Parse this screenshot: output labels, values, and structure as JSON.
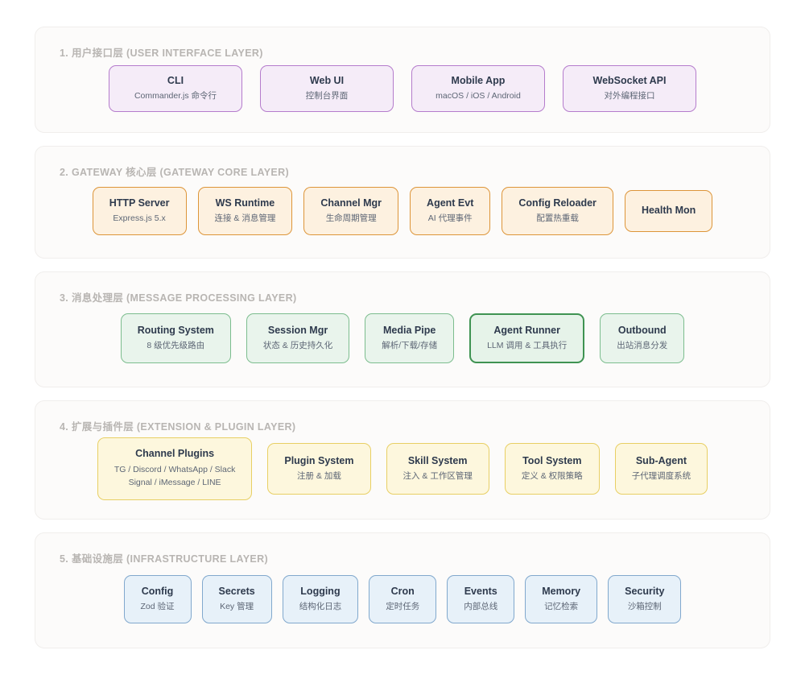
{
  "diagram": {
    "layers": [
      {
        "id": "user-interface-layer",
        "title": "1. 用户接口层 (USER INTERFACE LAYER)",
        "theme": "purple",
        "accent": "#b57ccc",
        "fill": "#f5ecf8",
        "nodes": [
          {
            "title": "CLI",
            "sub": "Commander.js 命令行"
          },
          {
            "title": "Web UI",
            "sub": "控制台界面"
          },
          {
            "title": "Mobile App",
            "sub": "macOS / iOS / Android"
          },
          {
            "title": "WebSocket API",
            "sub": "对外编程接口"
          }
        ]
      },
      {
        "id": "gateway-core-layer",
        "title": "2. GATEWAY 核心层 (GATEWAY CORE LAYER)",
        "theme": "orange",
        "accent": "#dd9539",
        "fill": "#fdf1e0",
        "nodes": [
          {
            "title": "HTTP Server",
            "sub": "Express.js 5.x"
          },
          {
            "title": "WS Runtime",
            "sub": "连接 & 消息管理"
          },
          {
            "title": "Channel Mgr",
            "sub": "生命周期管理"
          },
          {
            "title": "Agent Evt",
            "sub": "AI 代理事件"
          },
          {
            "title": "Config Reloader",
            "sub": "配置热重载"
          },
          {
            "title": "Health Mon",
            "sub": ""
          }
        ]
      },
      {
        "id": "message-processing-layer",
        "title": "3. 消息处理层 (MESSAGE PROCESSING LAYER)",
        "theme": "green",
        "accent": "#7cbd8e",
        "fill": "#e9f4ec",
        "nodes": [
          {
            "title": "Routing System",
            "sub": "8 级优先级路由"
          },
          {
            "title": "Session Mgr",
            "sub": "状态 & 历史持久化"
          },
          {
            "title": "Media Pipe",
            "sub": "解析/下载/存储"
          },
          {
            "title": "Agent Runner",
            "sub": "LLM 调用 & 工具执行",
            "highlight": true
          },
          {
            "title": "Outbound",
            "sub": "出站消息分发"
          }
        ]
      },
      {
        "id": "extension-plugin-layer",
        "title": "4. 扩展与插件层 (EXTENSION & PLUGIN LAYER)",
        "theme": "yellow",
        "accent": "#e8cf64",
        "fill": "#fdf7dd",
        "nodes": [
          {
            "title": "Channel Plugins",
            "sub": "TG / Discord / WhatsApp / Slack",
            "sub2": "Signal / iMessage / LINE"
          },
          {
            "title": "Plugin System",
            "sub": "注册 & 加载"
          },
          {
            "title": "Skill System",
            "sub": "注入 & 工作区管理"
          },
          {
            "title": "Tool System",
            "sub": "定义 & 权限策略"
          },
          {
            "title": "Sub-Agent",
            "sub": "子代理调度系统"
          }
        ]
      },
      {
        "id": "infrastructure-layer",
        "title": "5. 基础设施层 (INFRASTRUCTURE LAYER)",
        "theme": "blue",
        "accent": "#81a8cd",
        "fill": "#e7f1f9",
        "nodes": [
          {
            "title": "Config",
            "sub": "Zod 验证"
          },
          {
            "title": "Secrets",
            "sub": "Key 管理"
          },
          {
            "title": "Logging",
            "sub": "结构化日志"
          },
          {
            "title": "Cron",
            "sub": "定时任务"
          },
          {
            "title": "Events",
            "sub": "内部总线"
          },
          {
            "title": "Memory",
            "sub": "记忆检索"
          },
          {
            "title": "Security",
            "sub": "沙箱控制"
          }
        ]
      }
    ]
  }
}
